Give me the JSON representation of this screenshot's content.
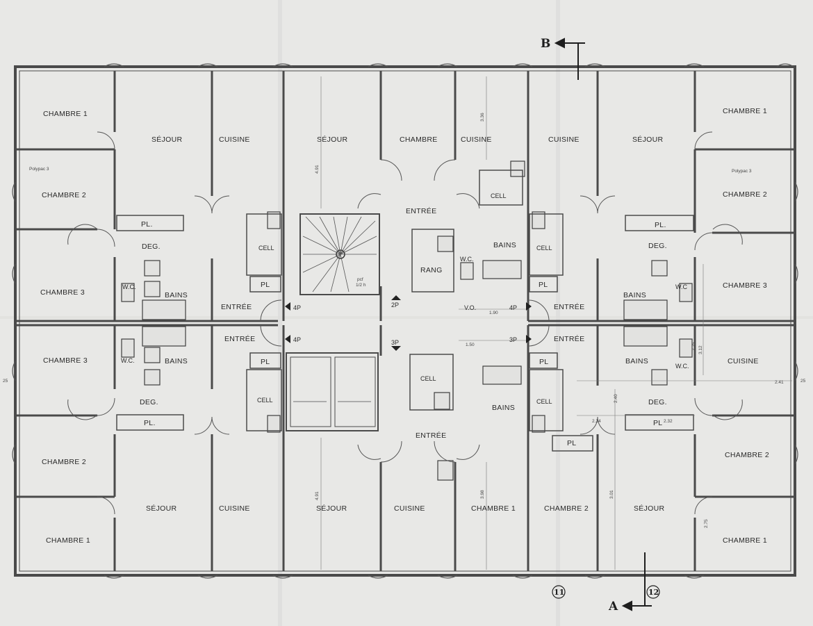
{
  "plan": {
    "section_marks": {
      "b": "B",
      "a": "A"
    },
    "grid_axes": {
      "h": "11",
      "i": "12"
    },
    "rooms": {
      "tl_chambre1": "CHAMBRE  1",
      "tl_chambre2": "CHAMBRE  2",
      "tl_chambre3": "CHAMBRE  3",
      "tl_sejour": "SÉJOUR",
      "tl_cuisine": "CUISINE",
      "tl_deg": "DEG.",
      "tl_pl": "PL.",
      "tl_wc": "W.C.",
      "tl_bains": "BAINS",
      "tl_polypac": "Polypac  3",
      "tc_cell": "CELL",
      "tc_pl": "PL",
      "tc_entree": "ENTRÉE",
      "tc_4p": "4P",
      "ml_chambre3": "CHAMBRE  3",
      "ml_wc": "W.C.",
      "ml_bains": "BAINS",
      "ml_entree": "ENTRÉE",
      "ml_4p": "4P",
      "bl_deg": "DEG.",
      "bl_pl": "PL.",
      "bl_chambre2": "CHAMBRE  2",
      "bl_chambre1": "CHAMBRE  1",
      "bl_sejour": "SÉJOUR",
      "bl_cuisine": "CUISINE",
      "bl_cell": "CELL",
      "bl_pl2": "PL",
      "c_sejour_top": "SÉJOUR",
      "c_chambre_top": "CHAMBRE",
      "c_cuisine_top": "CUISINE",
      "c_entree_top": "ENTRÉE",
      "c_rang": "RANG",
      "c_wc": "W.C.",
      "c_cell": "CELL",
      "c_bains": "BAINS",
      "c_vo": "V.O.",
      "c_4p": "4P",
      "c_3p": "3P",
      "c_2p": "2P",
      "c_pcf": "pcf",
      "c_pcf_frac": "1/2 h",
      "c_cell_low": "CELL",
      "c_bains_low": "BAINS",
      "c_entree_low": "ENTRÉE",
      "c_sejour_low": "SÉJOUR",
      "c_cuisine_low": "CUISINE",
      "c_chambre1_low": "CHAMBRE 1",
      "c_chambre2_low": "CHAMBRE  2",
      "c_pl_low": "PL",
      "r_cuisine_top": "CUISINE",
      "r_sejour_top": "SÉJOUR",
      "r_chambre1": "CHAMBRE  1",
      "r_chambre2": "CHAMBRE  2",
      "r_polypac": "Polypac  3",
      "r_pl": "PL.",
      "r_deg": "DEG.",
      "r_cell": "CELL",
      "r_pl2": "PL",
      "r_bains": "BAINS",
      "r_wc": "W.C",
      "r_chambre3": "CHAMBRE  3",
      "r_entree": "ENTRÉE",
      "r_entree2": "ENTRÉE",
      "r_pl3": "PL",
      "r_bains2": "BAINS",
      "r_wc2": "W.C.",
      "r_cuisine2": "CUISINE",
      "r_deg2": "DEG.",
      "r_pl4": "PL",
      "r_chambre2b": "CHAMBRE  2",
      "r_sejour_low": "SÉJOUR",
      "r_chambre1b": "CHAMBRE  1",
      "r_cell2": "CELL"
    },
    "dims": {
      "d1": "4.91",
      "d2": "3.36",
      "d3": "3.12",
      "d4": "1.50",
      "d5": "2.25",
      "d6": "2.41",
      "d7": "2.24",
      "d8": "2.32",
      "d9": "3.01",
      "d10": "4.91",
      "d11": "3.98",
      "d12": "2.40",
      "d13": "1.90",
      "d14": "2.75",
      "d15": "25",
      "d16": "25"
    }
  }
}
